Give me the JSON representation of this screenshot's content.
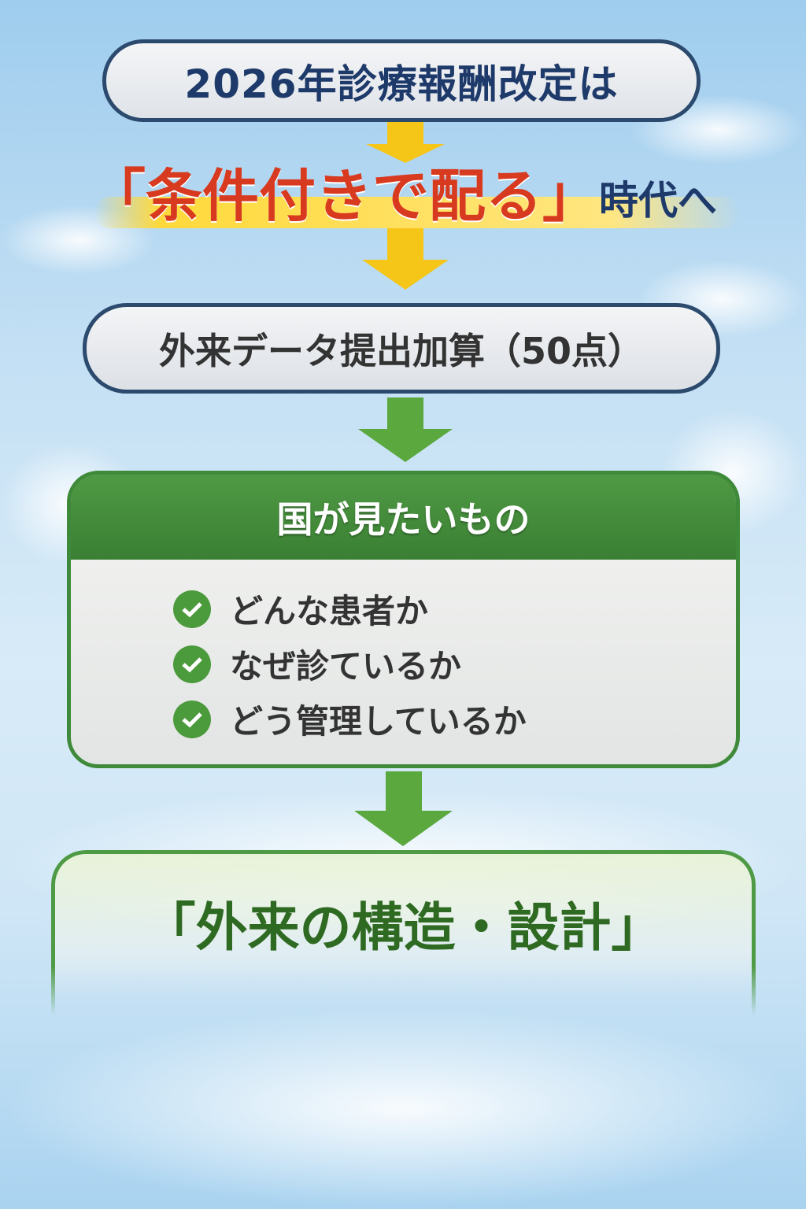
{
  "title_box": {
    "text": "2026年診療報酬改定は"
  },
  "headline": {
    "emphasis": "「条件付きで配る」",
    "suffix": "時代へ"
  },
  "data_box": {
    "text": "外来データ提出加算（50点）"
  },
  "wants_box": {
    "header": "国が見たいもの",
    "items": [
      "どんな患者か",
      "なぜ診ているか",
      "どう管理しているか"
    ]
  },
  "conclusion_box": {
    "text": "「外来の構造・設計」"
  },
  "colors": {
    "navy": "#1e3a6a",
    "red": "#d83a20",
    "green": "#3f8a3a",
    "yellow": "#f5c518"
  }
}
